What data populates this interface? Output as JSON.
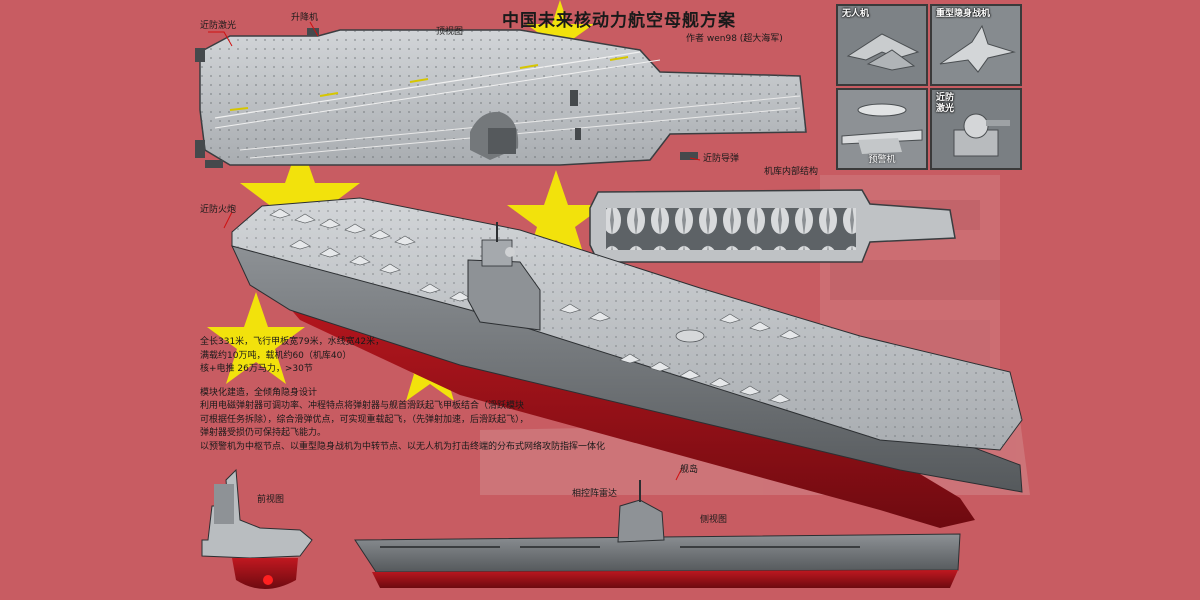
{
  "title": "中国未来核动力航空母舰方案",
  "author": "作者 wen98 (超大海军)",
  "labels": {
    "ciws_laser": "近防激光",
    "elevator": "升降机",
    "top_view": "顶视图",
    "ciws_missile": "近防导弹",
    "hangar_structure": "机库内部结构",
    "ciws_gun": "近防火炮",
    "island": "舰岛",
    "phased_radar": "相控阵雷达",
    "front_view": "前视图",
    "side_view": "侧视图"
  },
  "panels": {
    "drone": "无人机",
    "stealth_fighter": "重型隐身战机",
    "awacs": "预警机",
    "laser_ciws_line1": "近防",
    "laser_ciws_line2": "激光"
  },
  "specs": [
    "全长331米，飞行甲板宽79米，水线宽42米，",
    "满载约10万吨，载机约60（机库40）",
    "核+电推 26万马力，>30节",
    "",
    "模块化建造，全倾角隐身设计",
    "利用电磁弹射器可调功率、冲程特点将弹射器与舰首滑跃起飞甲板结合（滑跃模块",
    "可根据任务拆除），综合滑弹优点，可实现重载起飞，（先弹射加速，后滑跃起飞），",
    "弹射器受损仍可保持起飞能力。",
    "以预警机为中枢节点、以重型隐身战机为中转节点、以无人机为打击终端的分布式网络攻防指挥一体化"
  ],
  "colors": {
    "background": "#c85c62",
    "star": "#f2e20c",
    "hull_gray": "#b9bdc0",
    "hull_red": "#b31019"
  }
}
